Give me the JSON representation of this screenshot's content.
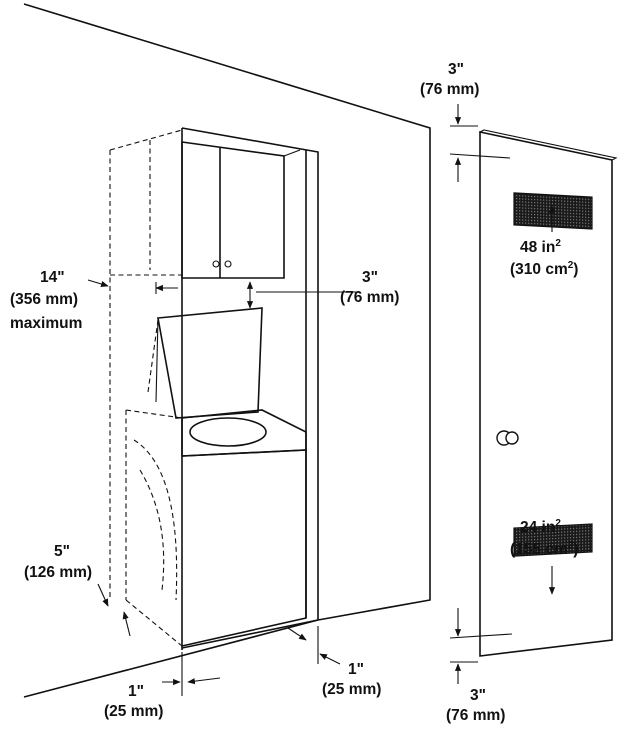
{
  "labels": {
    "side_clearance": {
      "value": "14\"",
      "metric": "(356 mm)",
      "note": "maximum"
    },
    "cabinet_gap": {
      "value": "3\"",
      "metric": "(76 mm)"
    },
    "bottom_offset": {
      "value": "5\"",
      "metric": "(126 mm)"
    },
    "rear_gap": {
      "value": "1\"",
      "metric": "(25 mm)"
    },
    "front_gap": {
      "value": "1\"",
      "metric": "(25 mm)"
    },
    "door_top_gap": {
      "value": "3\"",
      "metric": "(76 mm)"
    },
    "door_bottom_gap": {
      "value": "3\"",
      "metric": "(76 mm)"
    },
    "upper_vent": {
      "area": "48 in",
      "exp": "2",
      "metric": "(310 cm",
      "metric_exp": "2",
      "close": ")"
    },
    "lower_vent": {
      "area": "24 in",
      "exp": "2",
      "metric": "(155 cm",
      "metric_exp": "2",
      "close": ")"
    }
  }
}
